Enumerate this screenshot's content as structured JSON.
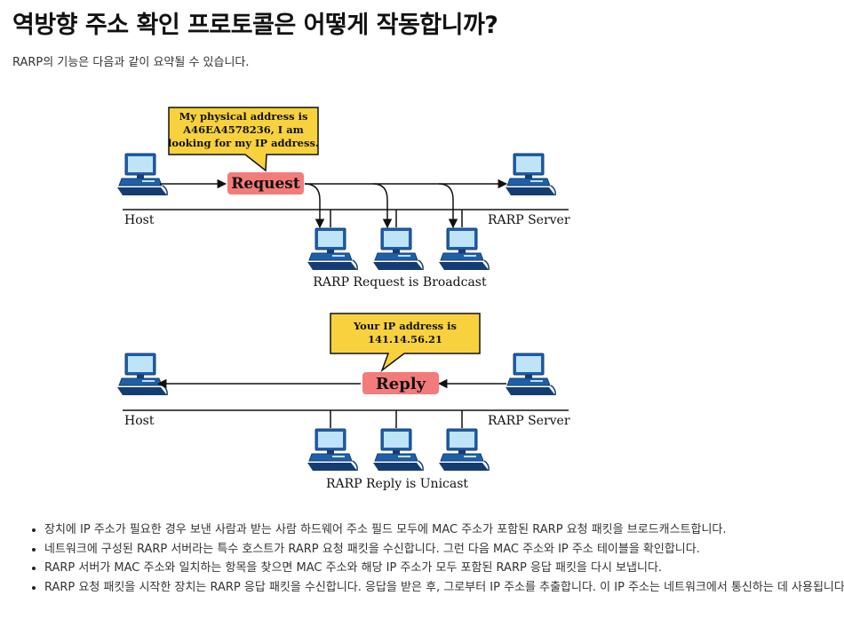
{
  "page": {
    "title": "역방향 주소 확인 프로토콜은 어떻게 작동합니까?",
    "intro": "RARP의 기능은 다음과 같이 요약될 수 있습니다."
  },
  "diagram": {
    "request": {
      "bubble_lines": [
        "My physical address is",
        "A46EA4578236, I am",
        "looking for my IP address."
      ],
      "message": "Request",
      "host_label": "Host",
      "server_label": "RARP Server",
      "caption": "RARP Request is Broadcast"
    },
    "reply": {
      "bubble_lines": [
        "Your IP address is",
        "141.14.56.21"
      ],
      "message": "Reply",
      "host_label": "Host",
      "server_label": "RARP Server",
      "caption": "RARP Reply is Unicast"
    },
    "colors": {
      "bubble": "#f7d23e",
      "message_box": "#f37b7b",
      "computer": "#1f5fa8",
      "computer_dark": "#163d73",
      "screen": "#bfe3f7"
    }
  },
  "steps": [
    "장치에 IP 주소가 필요한 경우 보낸 사람과 받는 사람 하드웨어 주소 필드 모두에 MAC 주소가 포함된 RARP 요청 패킷을 브로드캐스트합니다.",
    "네트워크에 구성된 RARP 서버라는 특수 호스트가 RARP 요청 패킷을 수신합니다. 그런 다음 MAC 주소와 IP 주소 테이블을 확인합니다.",
    "RARP 서버가 MAC 주소와 일치하는 항목을 찾으면 MAC 주소와 해당 IP 주소가 모두 포함된 RARP 응답 패킷을 다시 보냅니다.",
    "RARP 요청 패킷을 시작한 장치는 RARP 응답 패킷을 수신합니다. 응답을 받은 후, 그로부터 IP 주소를 추출합니다. 이 IP 주소는 네트워크에서 통신하는 데 사용됩니다."
  ]
}
